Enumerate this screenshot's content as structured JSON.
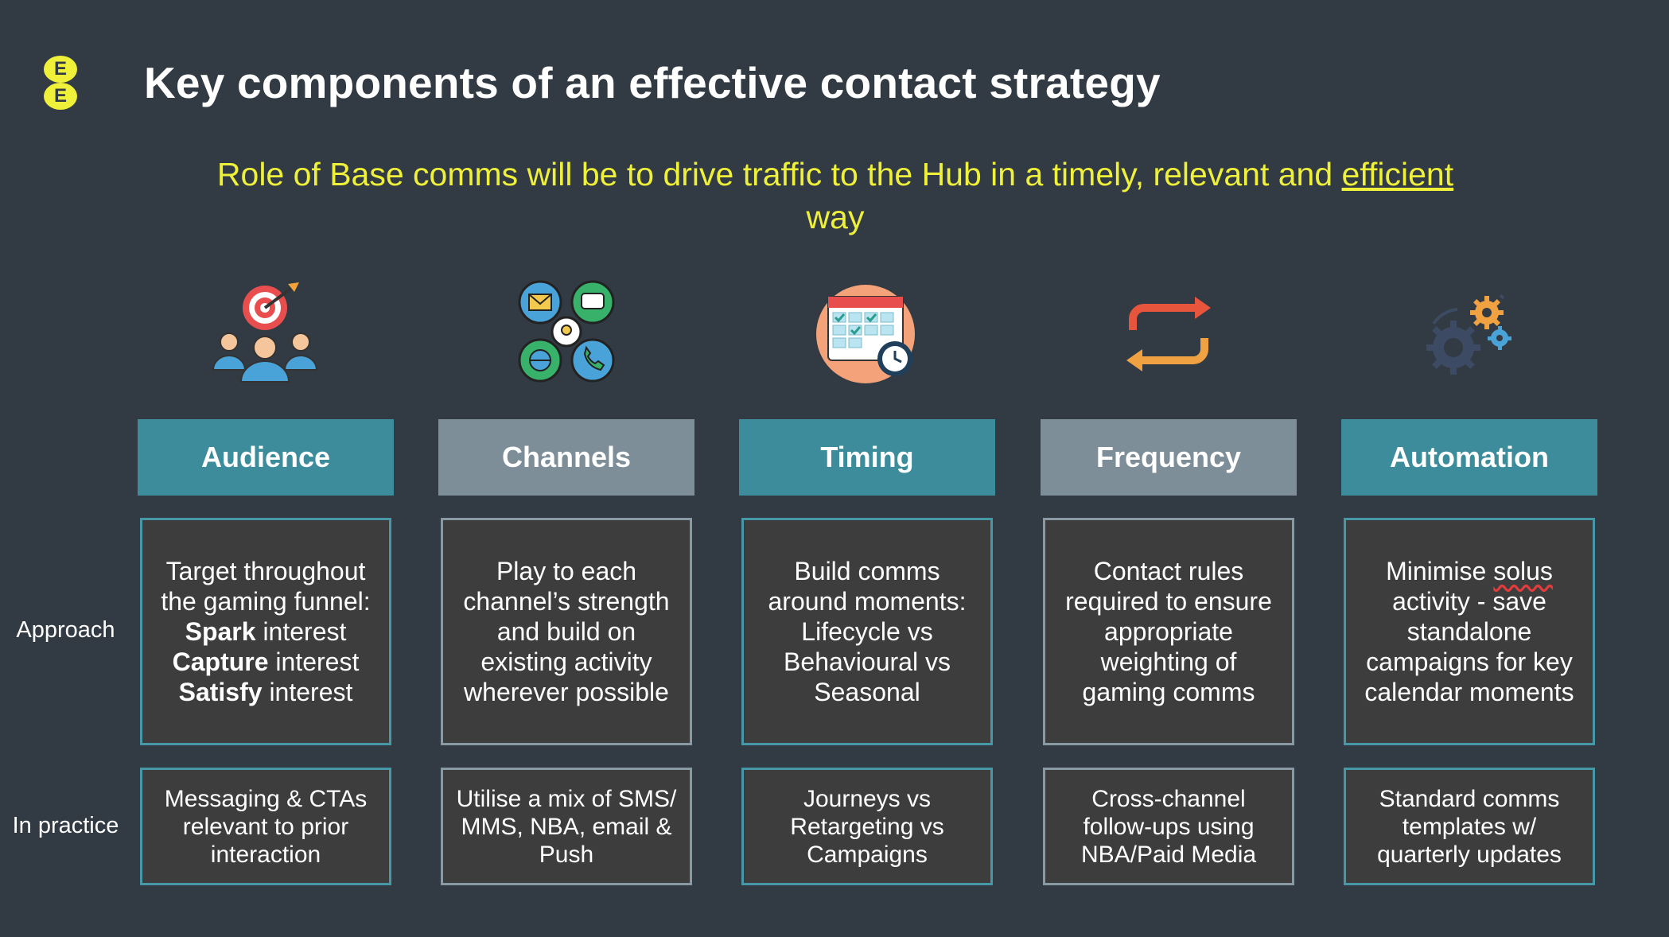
{
  "logo": {
    "letters": [
      "E",
      "E"
    ]
  },
  "title": "Key components of an effective contact strategy",
  "subtitle": {
    "prefix": "Role of Base comms will be to drive traffic to the Hub in a timely, relevant and ",
    "underlined": "efficient",
    "suffix": " way"
  },
  "row_labels": {
    "approach": "Approach",
    "practice": "In practice"
  },
  "columns": [
    {
      "header": "Audience",
      "icon": "audience-target-icon",
      "approach_lines": [
        {
          "text": "Target throughout"
        },
        {
          "text": "the gaming funnel:"
        },
        {
          "bold": "Spark",
          "text": " interest"
        },
        {
          "bold": "Capture",
          "text": " interest"
        },
        {
          "bold": "Satisfy",
          "text": " interest"
        }
      ],
      "practice": "Messaging & CTAs relevant to prior interaction"
    },
    {
      "header": "Channels",
      "icon": "channels-icon",
      "approach": "Play to each channel’s strength and build on existing activity wherever possible",
      "practice": "Utilise a mix of SMS/ MMS, NBA, email & Push"
    },
    {
      "header": "Timing",
      "icon": "calendar-clock-icon",
      "approach": "Build comms around moments: Lifecycle vs Behavioural vs Seasonal",
      "practice": "Journeys vs Retargeting vs Campaigns"
    },
    {
      "header": "Frequency",
      "icon": "repeat-arrows-icon",
      "approach": "Contact rules required to ensure appropriate weighting of gaming comms",
      "practice": "Cross-channel follow-ups using NBA/Paid Media"
    },
    {
      "header": "Automation",
      "icon": "gears-icon",
      "approach_prefix": "Minimise ",
      "approach_flagged": "solus",
      "approach_suffix": " activity - save standalone campaigns for key calendar moments",
      "practice": "Standard comms templates w/ quarterly updates"
    }
  ]
}
